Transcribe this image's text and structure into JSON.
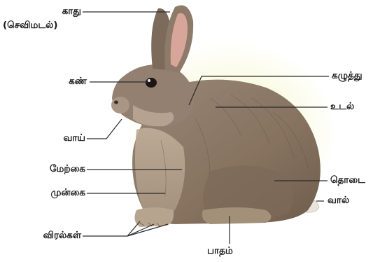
{
  "labels": {
    "ear": "காது",
    "ear_sub": "(செவிமடல்)",
    "eye": "கண்",
    "mouth": "வாய்",
    "upper_limb": "மேற்கை",
    "forelimb": "முன்கை",
    "fingers": "விரல்கள்",
    "neck": "கழுத்து",
    "body": "உடல்",
    "thigh": "தொடை",
    "tail": "வால்",
    "foot": "பாதம்"
  },
  "colors": {
    "fur": "#8a7767",
    "fur_dark": "#6b5a4c",
    "fur_light": "#b9a896",
    "inner_ear": "#d9a59a",
    "line": "#2a2a2a"
  }
}
